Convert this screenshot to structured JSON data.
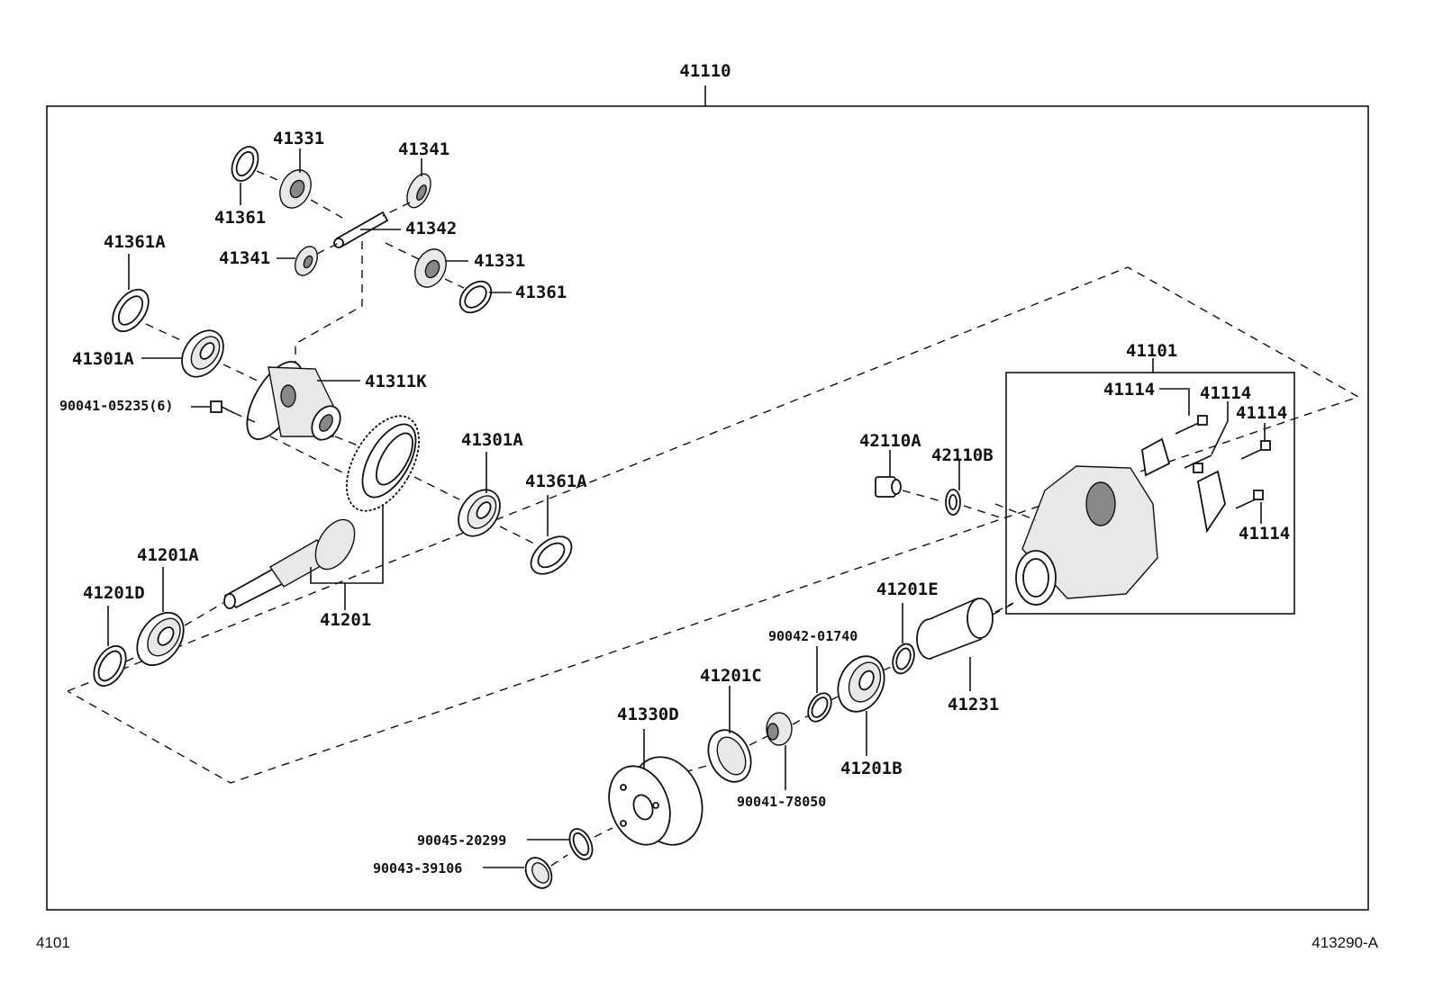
{
  "diagram": {
    "assembly_label": "41110",
    "footer_left": "4101",
    "footer_right": "413290-A",
    "labels": {
      "p41331a": "41331",
      "p41341a": "41341",
      "p41361a": "41361",
      "p41342": "41342",
      "p41341b": "41341",
      "p41331b": "41331",
      "p41361b": "41361",
      "p41361A_top": "41361A",
      "p41301A_left": "41301A",
      "p41311K": "41311K",
      "p90041_05235": "90041-05235(6)",
      "p41301A_right": "41301A",
      "p41361A_right": "41361A",
      "p41201A": "41201A",
      "p41201D": "41201D",
      "p41201": "41201",
      "p41101": "41101",
      "p41114a": "41114",
      "p41114b": "41114",
      "p41114c": "41114",
      "p41114d": "41114",
      "p42110A": "42110A",
      "p42110B": "42110B",
      "p41201E": "41201E",
      "p90042_01740": "90042-01740",
      "p41201C": "41201C",
      "p41330D": "41330D",
      "p41231": "41231",
      "p41201B": "41201B",
      "p90041_78050": "90041-78050",
      "p90045_20299": "90045-20299",
      "p90043_39106": "90043-39106"
    }
  }
}
